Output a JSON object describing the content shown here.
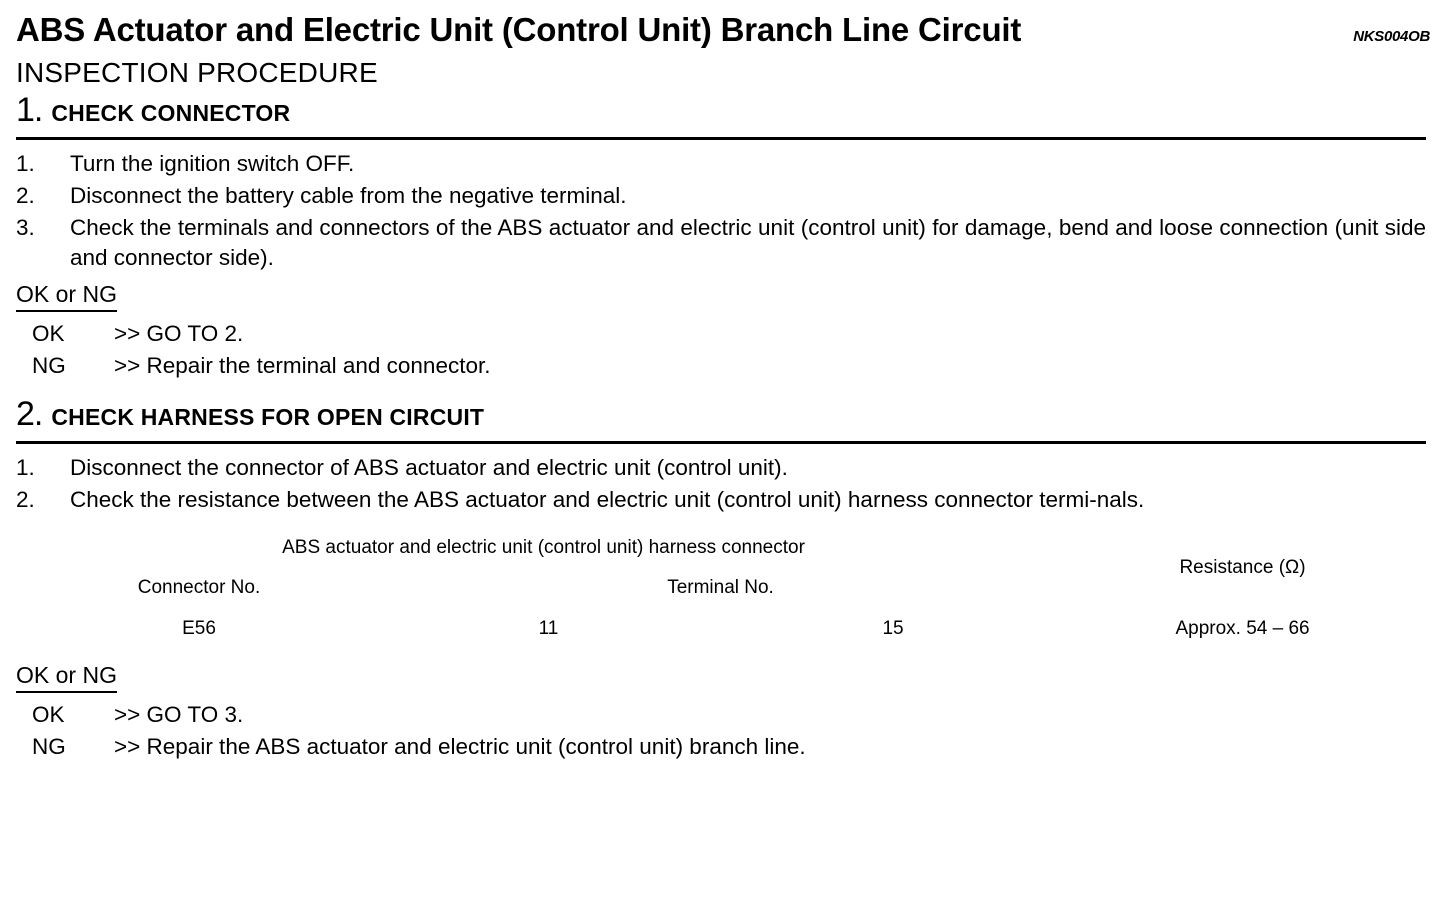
{
  "document": {
    "title": "ABS Actuator and Electric Unit (Control Unit) Branch Line Circuit",
    "reference_code": "NKS004OB",
    "section_heading": "INSPECTION PROCEDURE"
  },
  "steps": [
    {
      "number": "1.",
      "title": "CHECK CONNECTOR",
      "items": [
        {
          "marker": "1.",
          "text": "Turn the ignition switch OFF."
        },
        {
          "marker": "2.",
          "text": "Disconnect the battery cable from the negative terminal."
        },
        {
          "marker": "3.",
          "text": "Check the terminals and connectors of the ABS actuator and electric unit (control unit) for damage, bend and loose connection (unit side and connector side)."
        }
      ],
      "result": {
        "label": "OK or NG",
        "rows": [
          {
            "key": "OK",
            "value": ">> GO TO 2."
          },
          {
            "key": "NG",
            "value": ">> Repair the terminal and connector."
          }
        ]
      }
    },
    {
      "number": "2.",
      "title": "CHECK HARNESS FOR OPEN CIRCUIT",
      "items": [
        {
          "marker": "1.",
          "text": "Disconnect the connector of ABS actuator and electric unit (control unit)."
        },
        {
          "marker": "2.",
          "text": "Check the resistance between the ABS actuator and electric unit (control unit) harness connector termi-nals."
        }
      ],
      "result": {
        "label": "OK or NG",
        "rows": [
          {
            "key": "OK",
            "value": ">> GO TO 3."
          },
          {
            "key": "NG",
            "value": ">> Repair the ABS actuator and electric unit (control unit) branch line."
          }
        ]
      }
    }
  ],
  "spec_table": {
    "group_header": "ABS actuator and electric unit (control unit) harness connector",
    "resistance_header": "Resistance (Ω)",
    "subheaders": {
      "connector_no": "Connector No.",
      "terminal_no": "Terminal No."
    },
    "row": {
      "connector_no": "E56",
      "terminal_a": "11",
      "terminal_b": "15",
      "resistance": "Approx. 54 – 66"
    }
  }
}
